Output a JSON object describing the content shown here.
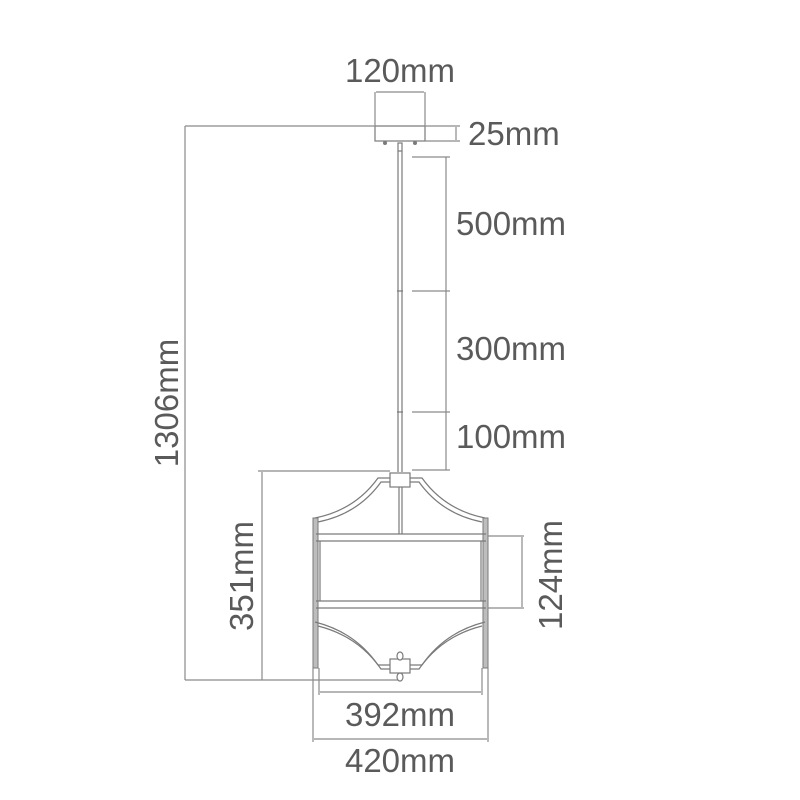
{
  "diagram": {
    "subject": "pendant light fixture dimension drawing",
    "colors": {
      "line": "#7a7a7a",
      "dimension_line": "#8a8a8a",
      "text": "#5a5a5a",
      "background": "#ffffff"
    },
    "labels": {
      "canopy_width": "120mm",
      "canopy_height": "25mm",
      "rod_500": "500mm",
      "rod_300": "300mm",
      "rod_100": "100mm",
      "overall_height": "1306mm",
      "shade_height": "351mm",
      "band_height": "124mm",
      "inner_width": "392mm",
      "outer_width": "420mm"
    }
  }
}
